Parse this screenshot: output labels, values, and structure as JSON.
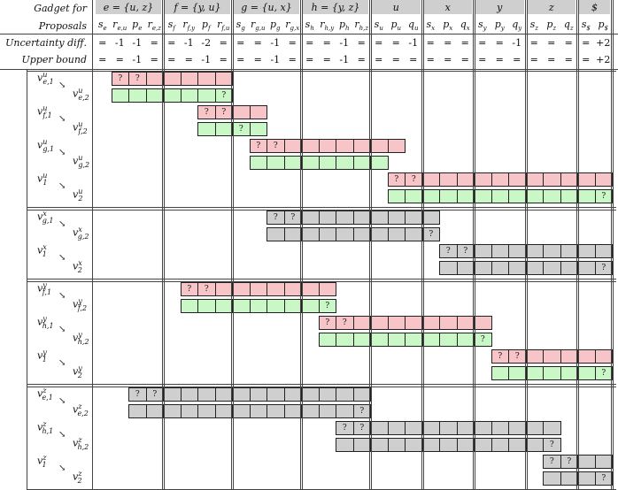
{
  "row_headers": {
    "gadget_for": "Gadget for",
    "proposals": "Proposals",
    "uncertainty": "Uncertainty diff.",
    "upper_bound": "Upper bound"
  },
  "groups": [
    {
      "label": "e = {u, z}"
    },
    {
      "label": "f = {y, u}"
    },
    {
      "label": "g = {u, x}"
    },
    {
      "label": "h = {y, z}"
    },
    {
      "label": "u"
    },
    {
      "label": "x"
    },
    {
      "label": "y"
    },
    {
      "label": "z"
    },
    {
      "label": "$"
    }
  ],
  "proposals": [
    "s",
    "r",
    "p",
    "r",
    "s",
    "r",
    "p",
    "r",
    "s",
    "r",
    "p",
    "r",
    "s",
    "r",
    "p",
    "r",
    "s",
    "p",
    "q",
    "s",
    "p",
    "q",
    "s",
    "p",
    "q",
    "s",
    "p",
    "q",
    "s",
    "p"
  ],
  "proposal_subs": [
    "e",
    "e,u",
    "e",
    "e,z",
    "f",
    "f,y",
    "f",
    "f,u",
    "g",
    "g,u",
    "g",
    "g,x",
    "h",
    "h,y",
    "h",
    "h,z",
    "u",
    "u",
    "u",
    "x",
    "x",
    "x",
    "y",
    "y",
    "y",
    "z",
    "z",
    "z",
    "$",
    "$"
  ],
  "uncertainty": [
    "=",
    "-1",
    "-1",
    "=",
    "=",
    "-1",
    "-2",
    "=",
    "=",
    "=",
    "-1",
    "=",
    "=",
    "=",
    "-1",
    "=",
    "=",
    "=",
    "-1",
    "=",
    "=",
    "=",
    "=",
    "=",
    "-1",
    "=",
    "=",
    "=",
    "=",
    "+2"
  ],
  "upper_bound": [
    "=",
    "=",
    "-1",
    "=",
    "=",
    "=",
    "-1",
    "=",
    "=",
    "=",
    "-1",
    "=",
    "=",
    "=",
    "-1",
    "=",
    "=",
    "=",
    "=",
    "=",
    "=",
    "=",
    "=",
    "=",
    "=",
    "=",
    "=",
    "=",
    "=",
    "+2"
  ],
  "q": "?",
  "sections": [
    {
      "rows": [
        {
          "top": {
            "base": "v",
            "sup": "u",
            "sub": "e,1"
          },
          "bottom": {
            "base": "v",
            "sup": "u",
            "sub": "e,2"
          },
          "a": {
            "color": "pink",
            "start": 1,
            "end": 8,
            "q": [
              1,
              2
            ]
          },
          "b": {
            "color": "green",
            "start": 1,
            "end": 8,
            "q": [
              7
            ]
          }
        },
        {
          "top": {
            "base": "v",
            "sup": "u",
            "sub": "f,1"
          },
          "bottom": {
            "base": "v",
            "sup": "u",
            "sub": "f,2"
          },
          "a": {
            "color": "pink",
            "start": 6,
            "end": 10,
            "q": [
              6,
              7
            ]
          },
          "b": {
            "color": "green",
            "start": 6,
            "end": 10,
            "q": [
              8
            ]
          }
        },
        {
          "top": {
            "base": "v",
            "sup": "u",
            "sub": "g,1"
          },
          "bottom": {
            "base": "v",
            "sup": "u",
            "sub": "g,2"
          },
          "a": {
            "color": "pink",
            "start": 9,
            "end": 18,
            "q": [
              9,
              10
            ]
          },
          "b": {
            "color": "green",
            "start": 9,
            "end": 17,
            "q": [
              17
            ]
          }
        },
        {
          "top": {
            "base": "v",
            "sup": "u",
            "sub": "1"
          },
          "bottom": {
            "base": "v",
            "sup": "u",
            "sub": "2"
          },
          "a": {
            "color": "pink",
            "start": 17,
            "end": 30,
            "q": [
              17,
              18
            ]
          },
          "b": {
            "color": "green",
            "start": 17,
            "end": 30,
            "q": [
              29
            ]
          }
        }
      ]
    },
    {
      "rows": [
        {
          "top": {
            "base": "v",
            "sup": "x",
            "sub": "g,1"
          },
          "bottom": {
            "base": "v",
            "sup": "x",
            "sub": "g,2"
          },
          "a": {
            "color": "gray",
            "start": 10,
            "end": 20,
            "q": [
              10,
              11
            ]
          },
          "b": {
            "color": "gray",
            "start": 10,
            "end": 20,
            "q": [
              19
            ]
          }
        },
        {
          "top": {
            "base": "v",
            "sup": "x",
            "sub": "1"
          },
          "bottom": {
            "base": "v",
            "sup": "x",
            "sub": "2"
          },
          "a": {
            "color": "gray",
            "start": 20,
            "end": 30,
            "q": [
              20,
              21
            ]
          },
          "b": {
            "color": "gray",
            "start": 20,
            "end": 30,
            "q": [
              29
            ]
          }
        }
      ]
    },
    {
      "rows": [
        {
          "top": {
            "base": "v",
            "sup": "y",
            "sub": "f,1"
          },
          "bottom": {
            "base": "v",
            "sup": "y",
            "sub": "f,2"
          },
          "a": {
            "color": "pink",
            "start": 5,
            "end": 14,
            "q": [
              5,
              6
            ]
          },
          "b": {
            "color": "green",
            "start": 5,
            "end": 14,
            "q": [
              13
            ]
          }
        },
        {
          "top": {
            "base": "v",
            "sup": "y",
            "sub": "h,1"
          },
          "bottom": {
            "base": "v",
            "sup": "y",
            "sub": "h,2"
          },
          "a": {
            "color": "pink",
            "start": 13,
            "end": 23,
            "q": [
              13,
              14
            ]
          },
          "b": {
            "color": "green",
            "start": 13,
            "end": 23,
            "q": [
              22
            ]
          }
        },
        {
          "top": {
            "base": "v",
            "sup": "y",
            "sub": "1"
          },
          "bottom": {
            "base": "v",
            "sup": "y",
            "sub": "2"
          },
          "a": {
            "color": "pink",
            "start": 23,
            "end": 30,
            "q": [
              23,
              24
            ]
          },
          "b": {
            "color": "green",
            "start": 23,
            "end": 30,
            "q": [
              29
            ]
          }
        }
      ]
    },
    {
      "rows": [
        {
          "top": {
            "base": "v",
            "sup": "z",
            "sub": "e,1"
          },
          "bottom": {
            "base": "v",
            "sup": "z",
            "sub": "e,2"
          },
          "a": {
            "color": "gray",
            "start": 2,
            "end": 16,
            "q": [
              2,
              3
            ]
          },
          "b": {
            "color": "gray",
            "start": 2,
            "end": 16,
            "q": [
              15
            ]
          }
        },
        {
          "top": {
            "base": "v",
            "sup": "z",
            "sub": "h,1"
          },
          "bottom": {
            "base": "v",
            "sup": "z",
            "sub": "h,2"
          },
          "a": {
            "color": "gray",
            "start": 14,
            "end": 27,
            "q": [
              14,
              15
            ]
          },
          "b": {
            "color": "gray",
            "start": 14,
            "end": 27,
            "q": [
              26
            ]
          }
        },
        {
          "top": {
            "base": "v",
            "sup": "z",
            "sub": "1"
          },
          "bottom": {
            "base": "v",
            "sup": "z",
            "sub": "2"
          },
          "a": {
            "color": "gray",
            "start": 26,
            "end": 30,
            "q": [
              26,
              27
            ]
          },
          "b": {
            "color": "gray",
            "start": 26,
            "end": 30,
            "q": [
              29
            ]
          }
        }
      ]
    }
  ]
}
